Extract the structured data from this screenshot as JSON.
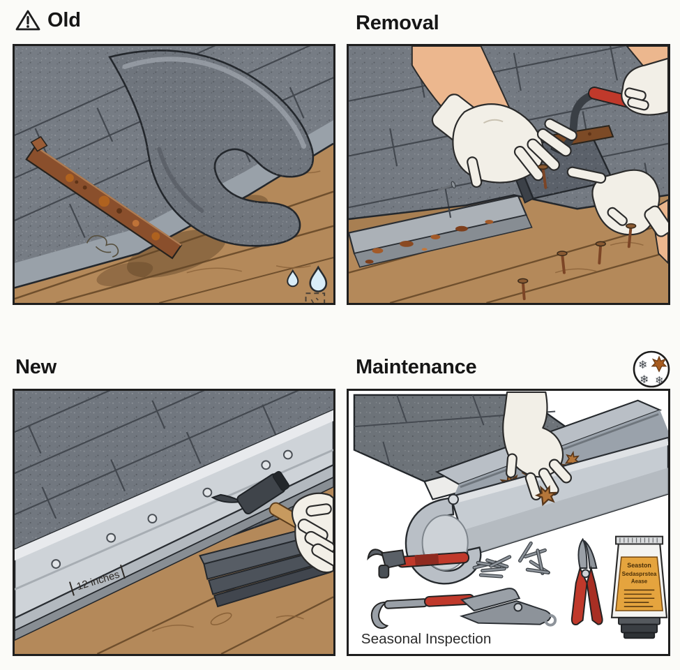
{
  "page": {
    "background": "#fbfbf8"
  },
  "panels": {
    "old": {
      "title": "Old",
      "scene": "Curled asphalt shingle lifted above a rusted drip edge strip; water-stained wood deck with water drops and a dashed fastener marker"
    },
    "removal": {
      "title": "Removal",
      "scene": "Gloved hands lifting shingles and prying a rusted batten with a red-handled pry bar; rusty nails left standing in the wood deck"
    },
    "new": {
      "title": "New",
      "measurement_label": "12 inches",
      "scene": "New galvanized drip edge fastened with nails being tapped in with a hammer; spare shingles stacked on the deck"
    },
    "maintenance": {
      "title": "Maintenance",
      "caption": "Seasonal Inspection",
      "tube_label_lines": [
        "Seaston",
        "Sedasprstea",
        "Aease"
      ],
      "scene": "Gloved hand clearing leaves from a gutter; hammer, pry bar, nails, seamer tongs, snips and a tube of roof sealant"
    }
  },
  "icons": {
    "warning": "warning-triangle-icon",
    "seasons": "seasonal-cycle-icon",
    "water_drop": "water-drop-icon",
    "fastener_marker": "dashed-square-marker-icon",
    "snowflake": "snowflake-icon",
    "leaf": "maple-leaf-icon"
  },
  "colors": {
    "outline": "#23272c",
    "shingle": "#757b83",
    "shingle_dark": "#5b616a",
    "underlayment": "#99a1a9",
    "wood": "#b4895a",
    "wood_line": "#6f4f2d",
    "rust": "#8a4f2c",
    "rust_spot": "#b5651d",
    "new_metal": "#ced3d8",
    "gutter": "#c6ccd2",
    "glove": "#f2efe7",
    "skin": "#ecb78e",
    "water": "#d9edf8",
    "leaf": "#b5763a",
    "tool_red": "#c0392b",
    "tool_steel": "#9aa0a7",
    "label_orange": "#e5a43e",
    "title_text": "#161616"
  }
}
